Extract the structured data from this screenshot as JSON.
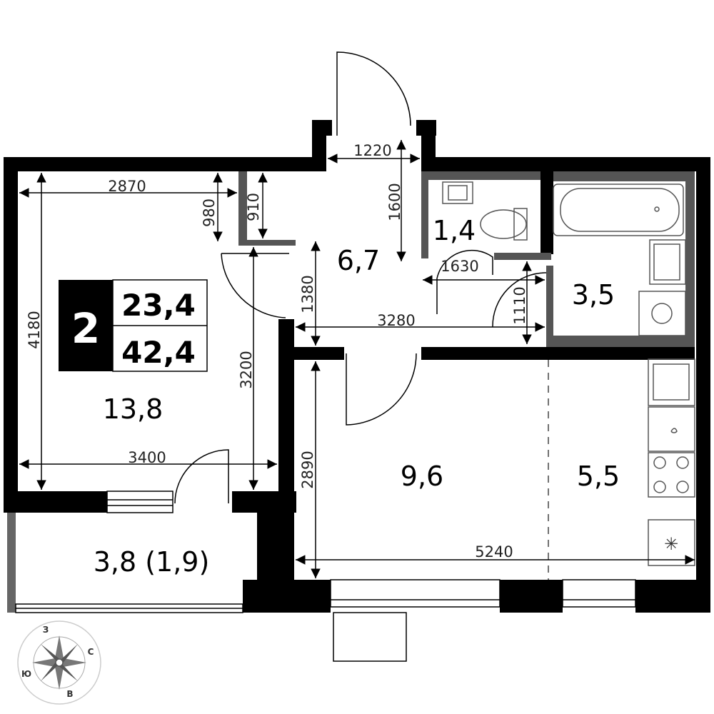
{
  "rooms_count": "2",
  "areas": {
    "living": "23,4",
    "total": "42,4"
  },
  "rooms": {
    "bedroom": "13,8",
    "hall": "6,7",
    "wc": "1,4",
    "bathroom": "3,5",
    "living_room": "9,6",
    "kitchen": "5,5",
    "loggia": "3,8 (1,9)"
  },
  "dimensions": {
    "d2870": "2870",
    "d980": "980",
    "d910": "910",
    "d4180": "4180",
    "d3200": "3200",
    "d3400": "3400",
    "d1220": "1220",
    "d1600": "1600",
    "d1380": "1380",
    "d1630": "1630",
    "d3280": "3280",
    "d1110": "1110",
    "d2890": "2890",
    "d5240": "5240"
  },
  "compass": {
    "n": "З",
    "e": "С",
    "s": "В",
    "w": "Ю"
  },
  "colors": {
    "wall": "#000000",
    "partition": "#555555",
    "fixture": "#666666"
  }
}
